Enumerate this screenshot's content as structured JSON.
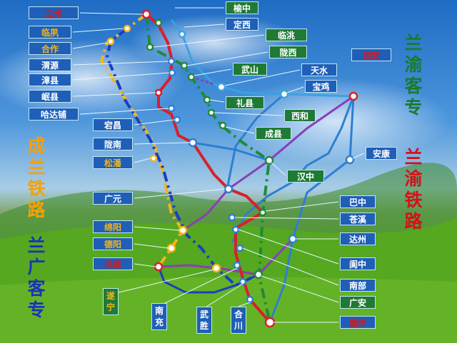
{
  "titles": {
    "lanyu_kezhuan": "兰渝客专",
    "lanyu_tielu": "兰渝铁路",
    "chenglan_tielu": "成兰铁路",
    "languang_kezhuan": "兰广客专"
  },
  "colors": {
    "lanyu_rail": "#d8202a",
    "lanyu_pdl": "#1f8a3a",
    "chenglan": "#1a3fc0",
    "languang_pdl": "#f2b51c",
    "xicheng": "#2d7fd1",
    "baolan": "#3aa2e0",
    "purple_link": "#8a3fb8",
    "label_blue": "#1f5fb8",
    "label_green": "#1f7a35",
    "label_red": "#cc1c24",
    "label_white": "#ffffff",
    "title_green": "#1a7a2e",
    "title_red": "#d5101a",
    "title_orange": "#f5a00a",
    "title_blue": "#1a32b8"
  },
  "stations": {
    "lanzhou": "兰州",
    "yuzhong": "榆中",
    "dingxi": "定西",
    "linfeng": "临夙",
    "hezuo": "合作",
    "lintao": "临洮",
    "longxi": "陇西",
    "weiyuan": "渭源",
    "zhangxian": "漳县",
    "wushan": "武山",
    "tianshui": "天水",
    "xian": "西安",
    "minxian": "岷县",
    "baoji": "宝鸡",
    "lixian": "礼县",
    "hadapu": "哈达铺",
    "xihe": "西和",
    "dangchang": "宕昌",
    "chengxian": "成县",
    "longnan": "陇南",
    "songpan": "松潘",
    "ankang": "安康",
    "hanzhong": "汉中",
    "guangyuan": "广元",
    "bazhong": "巴中",
    "cangxi": "苍溪",
    "mianyang": "绵阳",
    "dazhou": "达州",
    "deyang": "德阳",
    "chengdu": "成都",
    "langzhong": "阆中",
    "nanbu": "南部",
    "suining": "遂宁",
    "guangan": "广安",
    "nanchong": "南充",
    "wusheng": "武胜",
    "hechuan": "合川",
    "chongqing": "重庆"
  }
}
